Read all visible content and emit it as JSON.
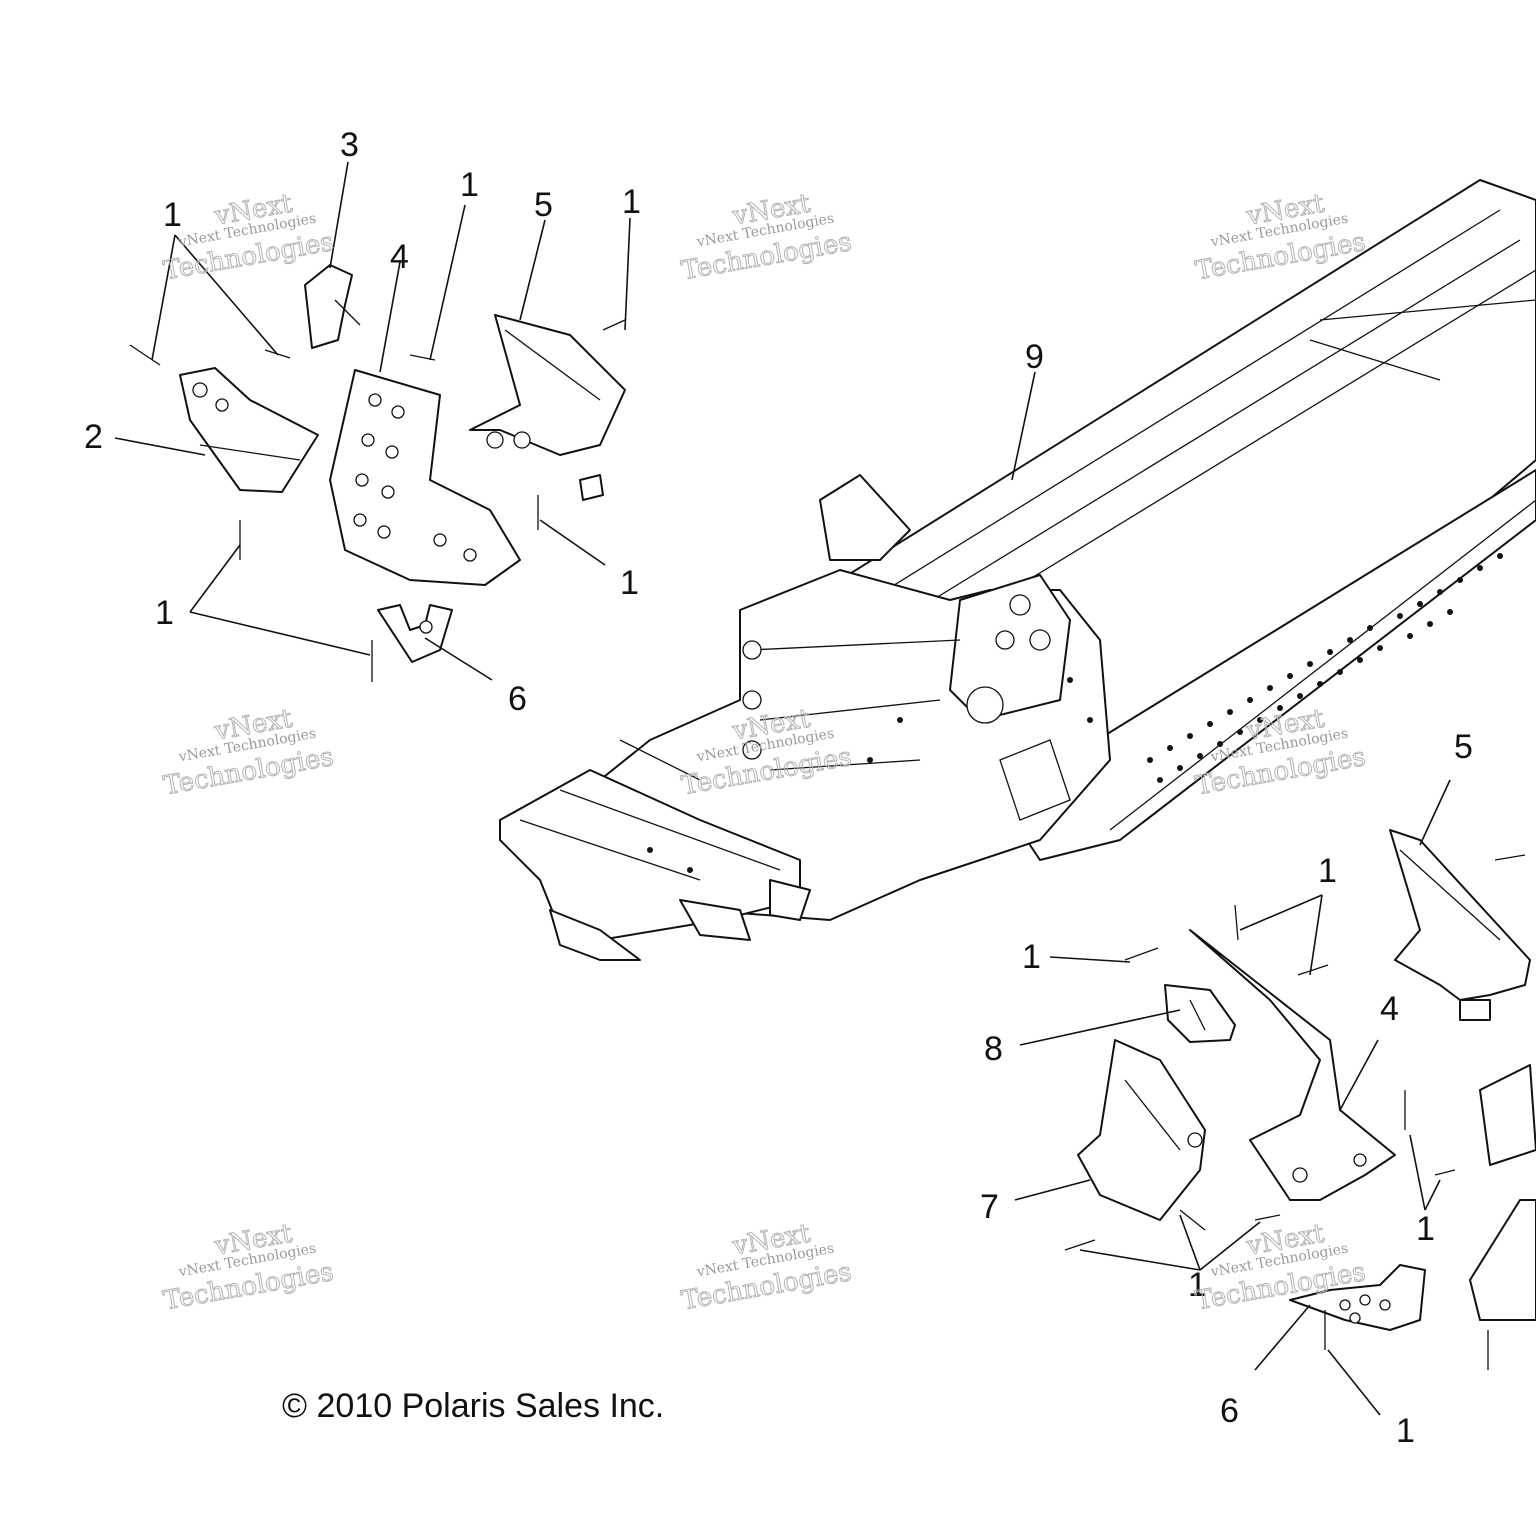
{
  "callouts": {
    "c1": "1",
    "c2": "3",
    "c3": "1",
    "c4": "5",
    "c5": "1",
    "c6": "4",
    "c7": "9",
    "c8": "2",
    "c9": "1",
    "c10": "1",
    "c11": "6",
    "c12": "5",
    "c13": "1",
    "c14": "1",
    "c15": "4",
    "c16": "8",
    "c17": "7",
    "c18": "1",
    "c19": "1",
    "c20": "6",
    "c21": "1"
  },
  "watermark": {
    "line1": "vNext Technologies",
    "line2": "vNext",
    "line3": "Technologies"
  },
  "copyright": "© 2010 Polaris Sales Inc."
}
